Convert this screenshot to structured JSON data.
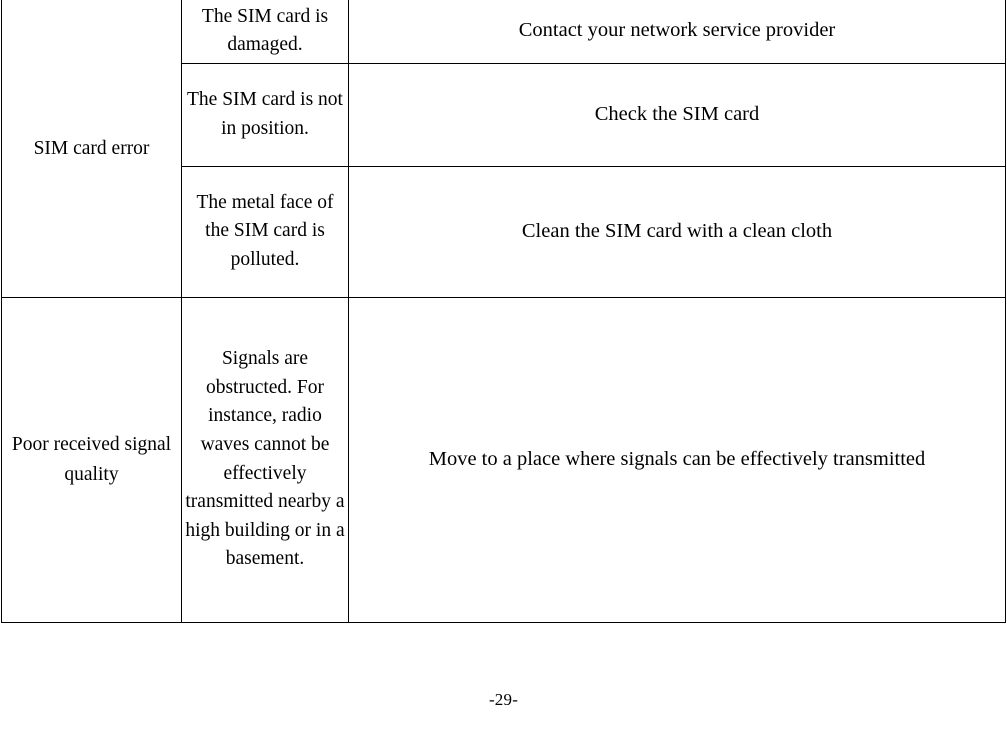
{
  "document": {
    "page_number_label": "-29-"
  },
  "table": {
    "rows": [
      {
        "cause": "SIM card error",
        "reason": "The SIM card is damaged.",
        "solution": "Contact your network service provider"
      },
      {
        "cause": "",
        "reason": "The SIM card is not in position.",
        "solution": "Check the SIM card"
      },
      {
        "cause": "",
        "reason": "The metal face of the SIM card is polluted.",
        "solution": "Clean the SIM card with a clean cloth"
      },
      {
        "cause": "Poor received signal quality",
        "reason": "Signals are obstructed. For instance, radio waves cannot be effectively transmitted nearby a high building or in a basement.",
        "solution": "Move to a place where signals can be effectively transmitted"
      }
    ]
  }
}
